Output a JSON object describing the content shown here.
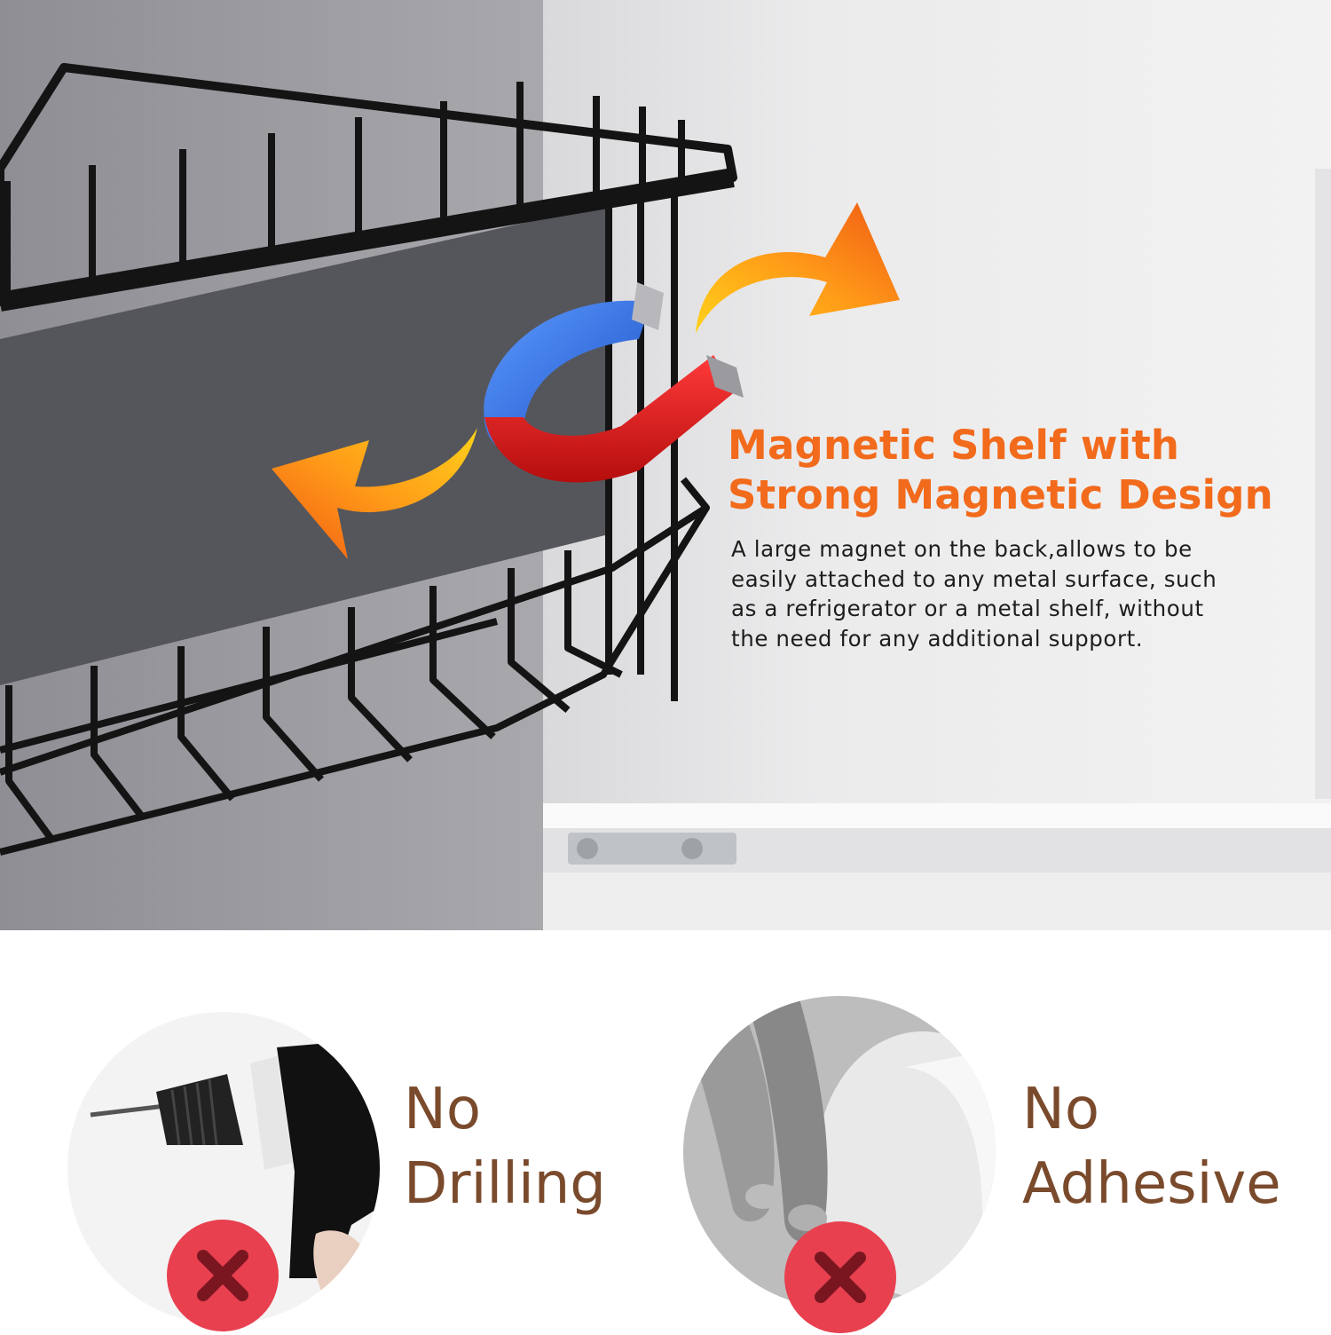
{
  "headline": {
    "line1": "Magnetic Shelf with",
    "line2": "Strong Magnetic Design",
    "color": "#f26a1b"
  },
  "description": {
    "line1": "A large magnet on the back,allows to be",
    "line2": "easily attached to any metal surface, such",
    "line3": "as a refrigerator or a metal shelf, without",
    "line4": "the need for any additional support."
  },
  "features": [
    {
      "line1": "No",
      "line2": "Drilling",
      "icon": "drill-icon",
      "badge": "x-mark-icon"
    },
    {
      "line1": "No",
      "line2": "Adhesive",
      "icon": "fingers-pressing-icon",
      "badge": "x-mark-icon"
    }
  ],
  "colors": {
    "label_brown": "#7a4a2c",
    "badge_red": "#e8404f",
    "magnet_red": "#e01a1a",
    "magnet_blue": "#2f6fe0"
  }
}
